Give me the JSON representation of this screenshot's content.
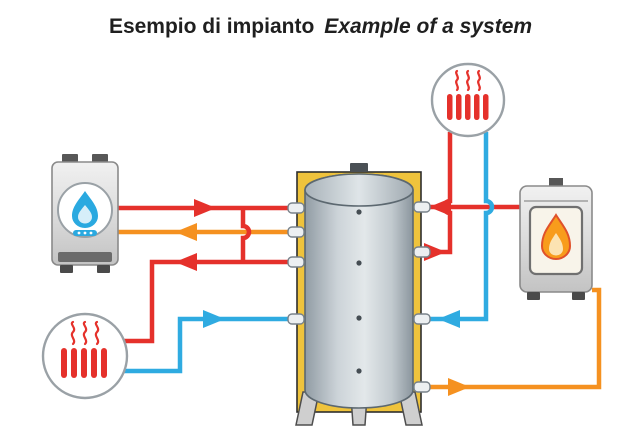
{
  "title": {
    "primary": "Esempio di impianto",
    "secondary": "Example of a system"
  },
  "colors": {
    "pipe_hot": "#e5312b",
    "pipe_warm": "#f59120",
    "pipe_cold": "#2fabe1",
    "insulation": "#efc33c",
    "flame_gas": "#2aa9e0",
    "flame_wood": "#f89c1c",
    "radiator": "#e5312b"
  },
  "diagram": {
    "components": [
      {
        "id": "gas-boiler",
        "icon": "gas-flame-icon"
      },
      {
        "id": "buffer-tank",
        "icon": "storage-tank-icon"
      },
      {
        "id": "wood-stove",
        "icon": "wood-fire-icon"
      },
      {
        "id": "radiator-top-right",
        "icon": "radiator-icon"
      },
      {
        "id": "radiator-bottom-left",
        "icon": "radiator-icon"
      }
    ],
    "flow_colors": [
      "hot-red",
      "return-orange",
      "cold-cyan"
    ]
  }
}
